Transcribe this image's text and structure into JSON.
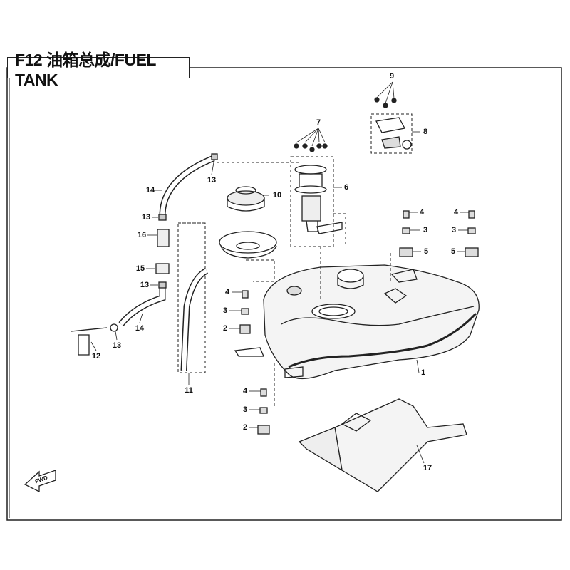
{
  "title": "F12 油箱总成/FUEL TANK",
  "front_arrow_label": "FWD",
  "callouts": [
    "9",
    "8",
    "7",
    "6",
    "14",
    "13",
    "10",
    "13",
    "16",
    "15",
    "13",
    "14",
    "13",
    "12",
    "11",
    "4",
    "3",
    "2",
    "4",
    "3",
    "5",
    "4",
    "3",
    "5",
    "1",
    "4",
    "3",
    "2",
    "17"
  ]
}
